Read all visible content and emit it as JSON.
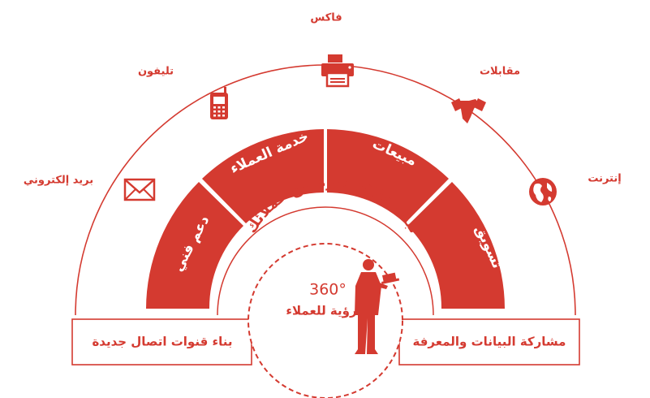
{
  "colors": {
    "accent": "#d43a30",
    "white": "#ffffff"
  },
  "outer_channels": [
    {
      "id": "fax",
      "label": "فاكس",
      "icon": "printer-icon"
    },
    {
      "id": "phone",
      "label": "تليفون",
      "icon": "mobile-phone-icon"
    },
    {
      "id": "meetings",
      "label": "مقابلات",
      "icon": "handshake-icon"
    },
    {
      "id": "email",
      "label": "بريد إلكتروني",
      "icon": "envelope-icon"
    },
    {
      "id": "internet",
      "label": "إنترنت",
      "icon": "globe-icon"
    }
  ],
  "segments": [
    {
      "id": "support",
      "label": "دعم فني"
    },
    {
      "id": "service",
      "label": "خدمة العملاء"
    },
    {
      "id": "sales",
      "label": "مبيعات"
    },
    {
      "id": "marketing",
      "label": "تسويق"
    }
  ],
  "inner_arc_text": "لبناء علاقة تدوم مع عملائك",
  "center": {
    "degree": "360°",
    "caption": "رؤية للعملاء"
  },
  "bottom_boxes": {
    "left": "بناء قنوات اتصال جديدة",
    "right": "مشاركة البيانات والمعرفة"
  }
}
